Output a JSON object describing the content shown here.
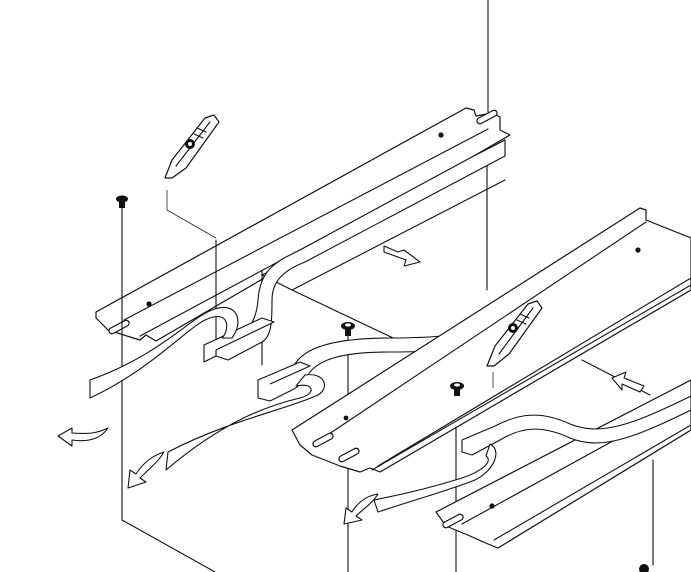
{
  "diagram": {
    "parts": [
      "mounting-plate-left",
      "mounting-plate-right",
      "tape-strip",
      "screws",
      "utility-knife"
    ],
    "colors": {
      "line": "#111111",
      "background": "#ffffff"
    }
  }
}
